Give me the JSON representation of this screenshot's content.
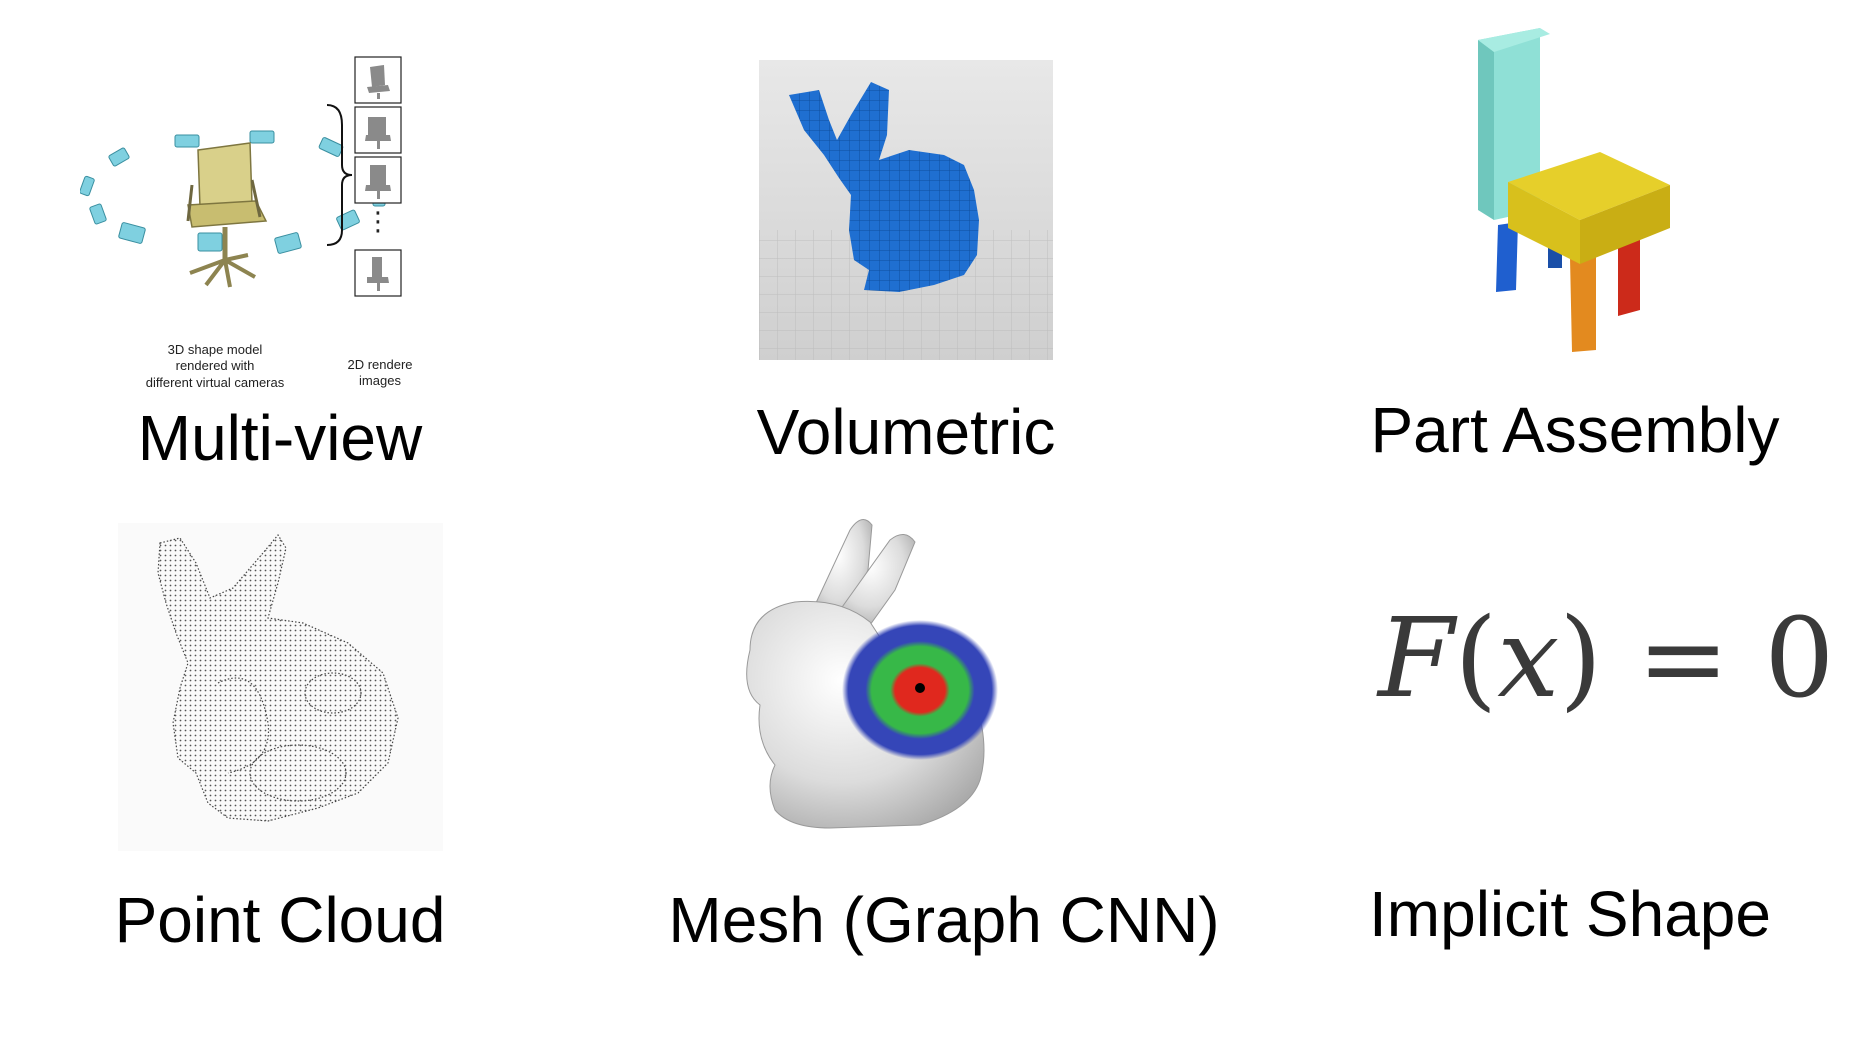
{
  "panels": {
    "multiview": {
      "caption": "Multi-view",
      "left_note": [
        "3D shape model",
        "rendered with",
        "different virtual cameras"
      ],
      "right_note": [
        "2D rendere",
        "images"
      ],
      "ellipsis": "⋮"
    },
    "volumetric": {
      "caption": "Volumetric"
    },
    "part_assembly": {
      "caption": "Part Assembly"
    },
    "point_cloud": {
      "caption": "Point Cloud"
    },
    "mesh": {
      "caption": "Mesh (Graph CNN)"
    },
    "implicit": {
      "caption": "Implicit Shape",
      "formula": {
        "f": "F",
        "open": "(",
        "x": "x",
        "close": ")",
        "eq": " = ",
        "zero": "0"
      }
    }
  },
  "colors": {
    "camera": "#7fd0e0",
    "chair_seat": "#d9d08a",
    "voxel": "#1f6fd1",
    "voxel_floor": "#d8d8d8",
    "part_back": "#8fe0d6",
    "part_seat": "#e6cf2a",
    "leg_blue": "#1f5fcf",
    "leg_orange": "#e38a1f",
    "leg_red": "#cc2a1a",
    "mesh_body": "#e2e2e2",
    "heat_outer": "#3546b8",
    "heat_mid": "#37b848",
    "heat_inner": "#e0281e"
  }
}
